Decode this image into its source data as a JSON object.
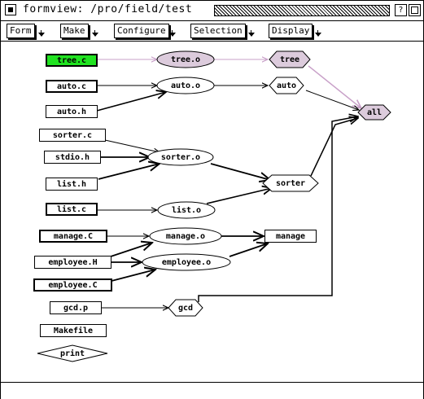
{
  "window": {
    "title": "formview: /pro/field/test",
    "help_label": "?"
  },
  "menubar": {
    "items": [
      {
        "label": "Form"
      },
      {
        "label": "Make"
      },
      {
        "label": "Configure"
      },
      {
        "label": "Selection"
      },
      {
        "label": "Display"
      }
    ]
  },
  "colors": {
    "active_source": "#21e321",
    "target_fill": "#dccbdc",
    "highlight_edge": "#c8a0c8"
  },
  "graph": {
    "nodes": {
      "tree_c": "tree.c",
      "tree_o": "tree.o",
      "tree": "tree",
      "auto_c": "auto.c",
      "auto_o": "auto.o",
      "auto": "auto",
      "auto_h": "auto.h",
      "all": "all",
      "sorter_c": "sorter.c",
      "stdio_h": "stdio.h",
      "sorter_o": "sorter.o",
      "list_h": "list.h",
      "sorter": "sorter",
      "list_c": "list.c",
      "list_o": "list.o",
      "manage_C": "manage.C",
      "manage_o": "manage.o",
      "manage": "manage",
      "employee_H": "employee.H",
      "employee_o": "employee.o",
      "employee_C": "employee.C",
      "gcd_p": "gcd.p",
      "gcd": "gcd",
      "makefile": "Makefile",
      "print": "print"
    }
  }
}
